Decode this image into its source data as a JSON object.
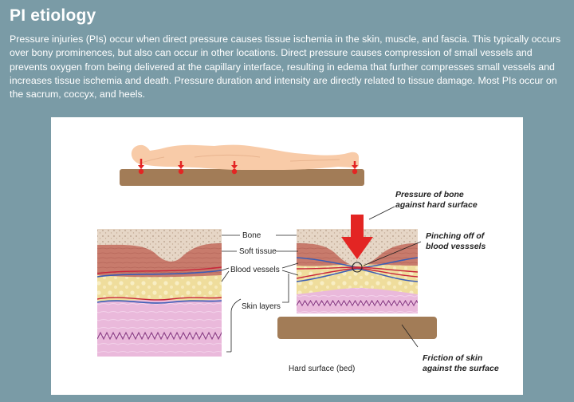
{
  "header": {
    "title": "PI etiology",
    "paragraph": "Pressure injuries (PIs) occur when direct pressure causes tissue ischemia in the skin, muscle, and fascia. This typically occurs over bony prominences, but also can occur in other locations. Direct pressure causes compression of small vessels and prevents oxygen from being delivered at the capillary interface, resulting in edema that further compresses small vessels and increases tissue ischemia and death. Pressure duration and intensity are directly related to tissue damage. Most PIs occur on the sacrum, coccyx, and heels."
  },
  "diagram": {
    "labels": {
      "bone": "Bone",
      "soft_tissue": "Soft tissue",
      "blood_vessels": "Blood vessels",
      "skin_layers": "Skin layers",
      "hard_surface": "Hard surface (bed)",
      "pressure_line1": "Pressure of bone",
      "pressure_line2": "against hard surface",
      "pinching_line1": "Pinching off of",
      "pinching_line2": "blood vesssels",
      "friction_line1": "Friction of skin",
      "friction_line2": "against the surface"
    },
    "colors": {
      "background": "#7a9ba6",
      "body_skin": "#f7c9a7",
      "bed": "#a07a55",
      "bone": "#e4d4c4",
      "soft_tissue": "#c87868",
      "fat_layer": "#eedc9a",
      "skin_layer": "#e8b6da",
      "arrow": "#e32523"
    }
  }
}
